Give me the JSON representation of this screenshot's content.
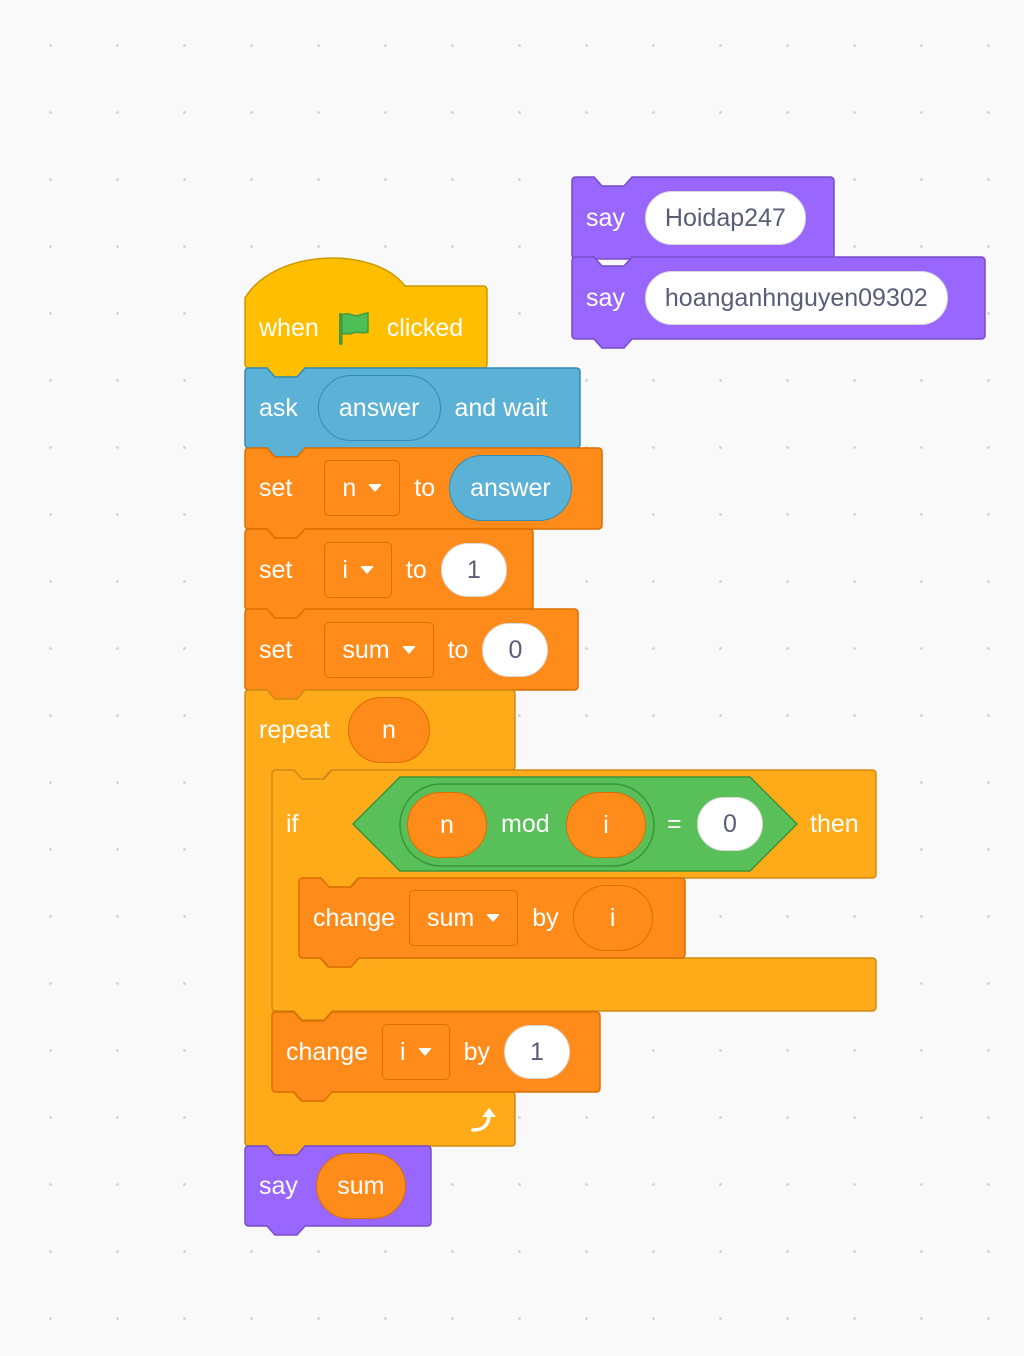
{
  "loose_script": {
    "say1": {
      "keyword": "say",
      "value": "Hoidap247"
    },
    "say2": {
      "keyword": "say",
      "value": "hoanganhnguyen09302"
    }
  },
  "main_script": {
    "hat": {
      "when": "when",
      "clicked": "clicked",
      "icon": "green-flag-icon"
    },
    "ask": {
      "keyword": "ask",
      "value": "answer",
      "suffix": "and wait"
    },
    "set_n": {
      "keyword": "set",
      "variable": "n",
      "to": "to",
      "value": "answer"
    },
    "set_i": {
      "keyword": "set",
      "variable": "i",
      "to": "to",
      "value": "1"
    },
    "set_sum": {
      "keyword": "set",
      "variable": "sum",
      "to": "to",
      "value": "0"
    },
    "repeat": {
      "keyword": "repeat",
      "value": "n",
      "loop_icon": "loop-arrow-icon"
    },
    "if": {
      "keyword": "if",
      "left": "n",
      "op": "mod",
      "right": "i",
      "equals": "=",
      "compare": "0",
      "then": "then"
    },
    "change_sum": {
      "keyword": "change",
      "variable": "sum",
      "by": "by",
      "value": "i"
    },
    "change_i": {
      "keyword": "change",
      "variable": "i",
      "by": "by",
      "value": "1"
    },
    "say_sum": {
      "keyword": "say",
      "value": "sum"
    }
  },
  "colors": {
    "looks": "#9966ff",
    "looks_border": "#774dcb",
    "sensing": "#5cb1d6",
    "sensing_border": "#2e8eb8",
    "variables": "#ff8c1a",
    "variables_border": "#db6e00",
    "control": "#ffab19",
    "control_border": "#cf8b17",
    "events": "#ffbf00",
    "events_border": "#cc9900",
    "operators": "#59c059",
    "operators_border": "#389438"
  }
}
